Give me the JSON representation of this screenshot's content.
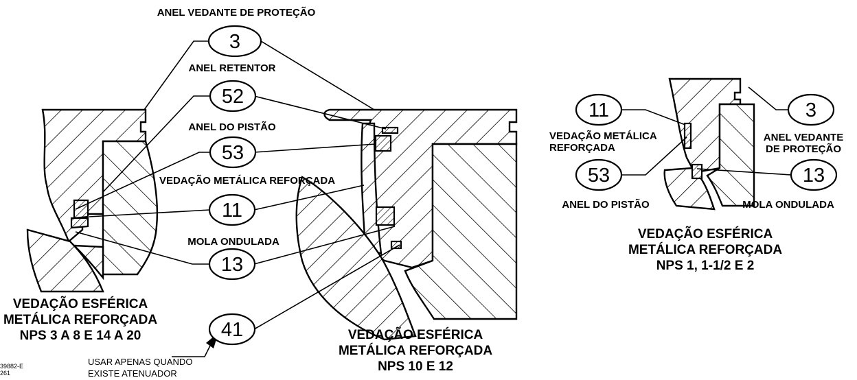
{
  "left_view": {
    "callouts": [
      {
        "id": "bubble-3",
        "number": "3",
        "label": "ANEL VEDANTE DE PROTEÇÃO"
      },
      {
        "id": "bubble-52",
        "number": "52",
        "label": "ANEL RETENTOR"
      },
      {
        "id": "bubble-53",
        "number": "53",
        "label": "ANEL DO PISTÃO"
      },
      {
        "id": "bubble-11",
        "number": "11",
        "label": "VEDAÇÃO METÁLICA REFORÇADA"
      },
      {
        "id": "bubble-13",
        "number": "13",
        "label": "MOLA ONDULADA"
      },
      {
        "id": "bubble-41",
        "number": "41",
        "label": ""
      }
    ],
    "caption": [
      "VEDAÇÃO ESFÉRICA",
      "METÁLICA REFORÇADA",
      "NPS 3 A 8 E 14 A 20"
    ]
  },
  "middle_view": {
    "caption": [
      "VEDAÇÃO ESFÉRICA",
      "METÁLICA REFORÇADA",
      "NPS 10 E 12"
    ]
  },
  "note": [
    "USAR APENAS QUANDO",
    "EXISTE ATENUADOR"
  ],
  "drawing_id": [
    "39882-E",
    "261"
  ],
  "right_view": {
    "callouts": [
      {
        "id": "r-bubble-11",
        "number": "11",
        "label": [
          "VEDAÇÃO METÁLICA",
          "REFORÇADA"
        ]
      },
      {
        "id": "r-bubble-53",
        "number": "53",
        "label": [
          "ANEL DO PISTÃO"
        ]
      },
      {
        "id": "r-bubble-3",
        "number": "3",
        "label": [
          "ANEL VEDANTE",
          "DE PROTEÇÃO"
        ]
      },
      {
        "id": "r-bubble-13",
        "number": "13",
        "label": [
          "MOLA ONDULADA"
        ]
      }
    ],
    "caption": [
      "VEDAÇÃO ESFÉRICA",
      "METÁLICA REFORÇADA",
      "NPS 1, 1-1/2 E 2"
    ]
  }
}
